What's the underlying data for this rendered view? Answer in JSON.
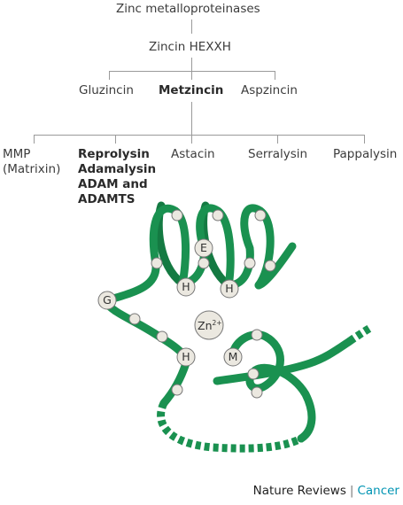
{
  "tree": {
    "root": "Zinc metalloproteinases",
    "level1": "Zincin HEXXH",
    "level2": [
      "Gluzincin",
      "Metzincin",
      "Aspzincin"
    ],
    "level3": [
      "MMP\n(Matrixin)",
      "Reprolysin\nAdamalysin\nADAM and\nADAMTS",
      "Astacin",
      "Serralysin",
      "Pappalysin"
    ]
  },
  "structure": {
    "residues": {
      "E": "E",
      "H1": "H",
      "H2": "H",
      "G": "G",
      "H3": "H",
      "M": "M"
    },
    "zinc": "Zn",
    "zinc_charge": "2+",
    "colors": {
      "chain": "#1a9150",
      "bead_fill": "#ebe8e0",
      "bead_stroke": "#777777"
    }
  },
  "credit": {
    "publisher": "Nature Reviews",
    "separator": "|",
    "journal": "Cancer"
  }
}
